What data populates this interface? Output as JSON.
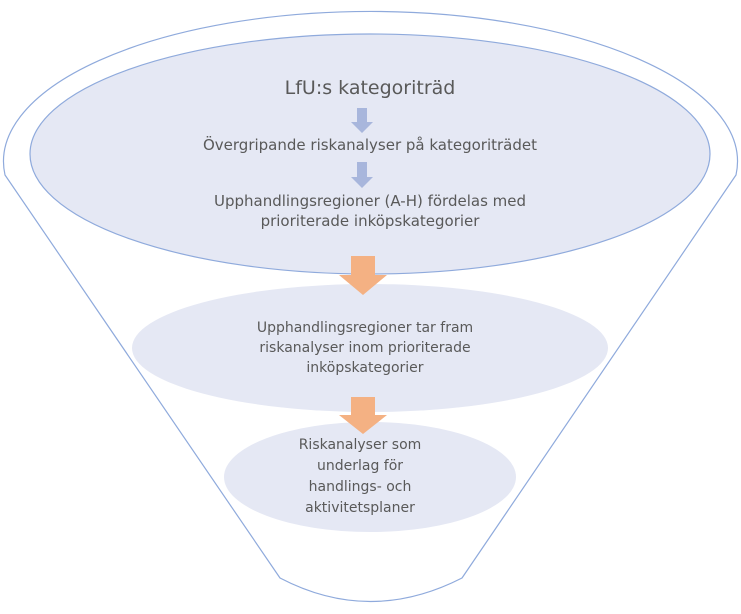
{
  "colors": {
    "outline": "#8faadc",
    "ellipse_fill": "#e5e8f4",
    "blue_arrow": "#a8b6dc",
    "orange_arrow": "#f4b183",
    "text": "#595959"
  },
  "top": {
    "title": "LfU:s kategoriträd",
    "step1": "Övergripande riskanalyser på kategoriträdet",
    "step2_line1": "Upphandlingsregioner (A-H) fördelas med",
    "step2_line2": "prioriterade inköpskategorier"
  },
  "middle": {
    "line1": "Upphandlingsregioner tar fram",
    "line2": "riskanalyser inom prioriterade",
    "line3": "inköpskategorier"
  },
  "bottom": {
    "line1": "Riskanalyser som",
    "line2": "underlag för",
    "line3": "handlings- och",
    "line4": "aktivitetsplaner"
  }
}
